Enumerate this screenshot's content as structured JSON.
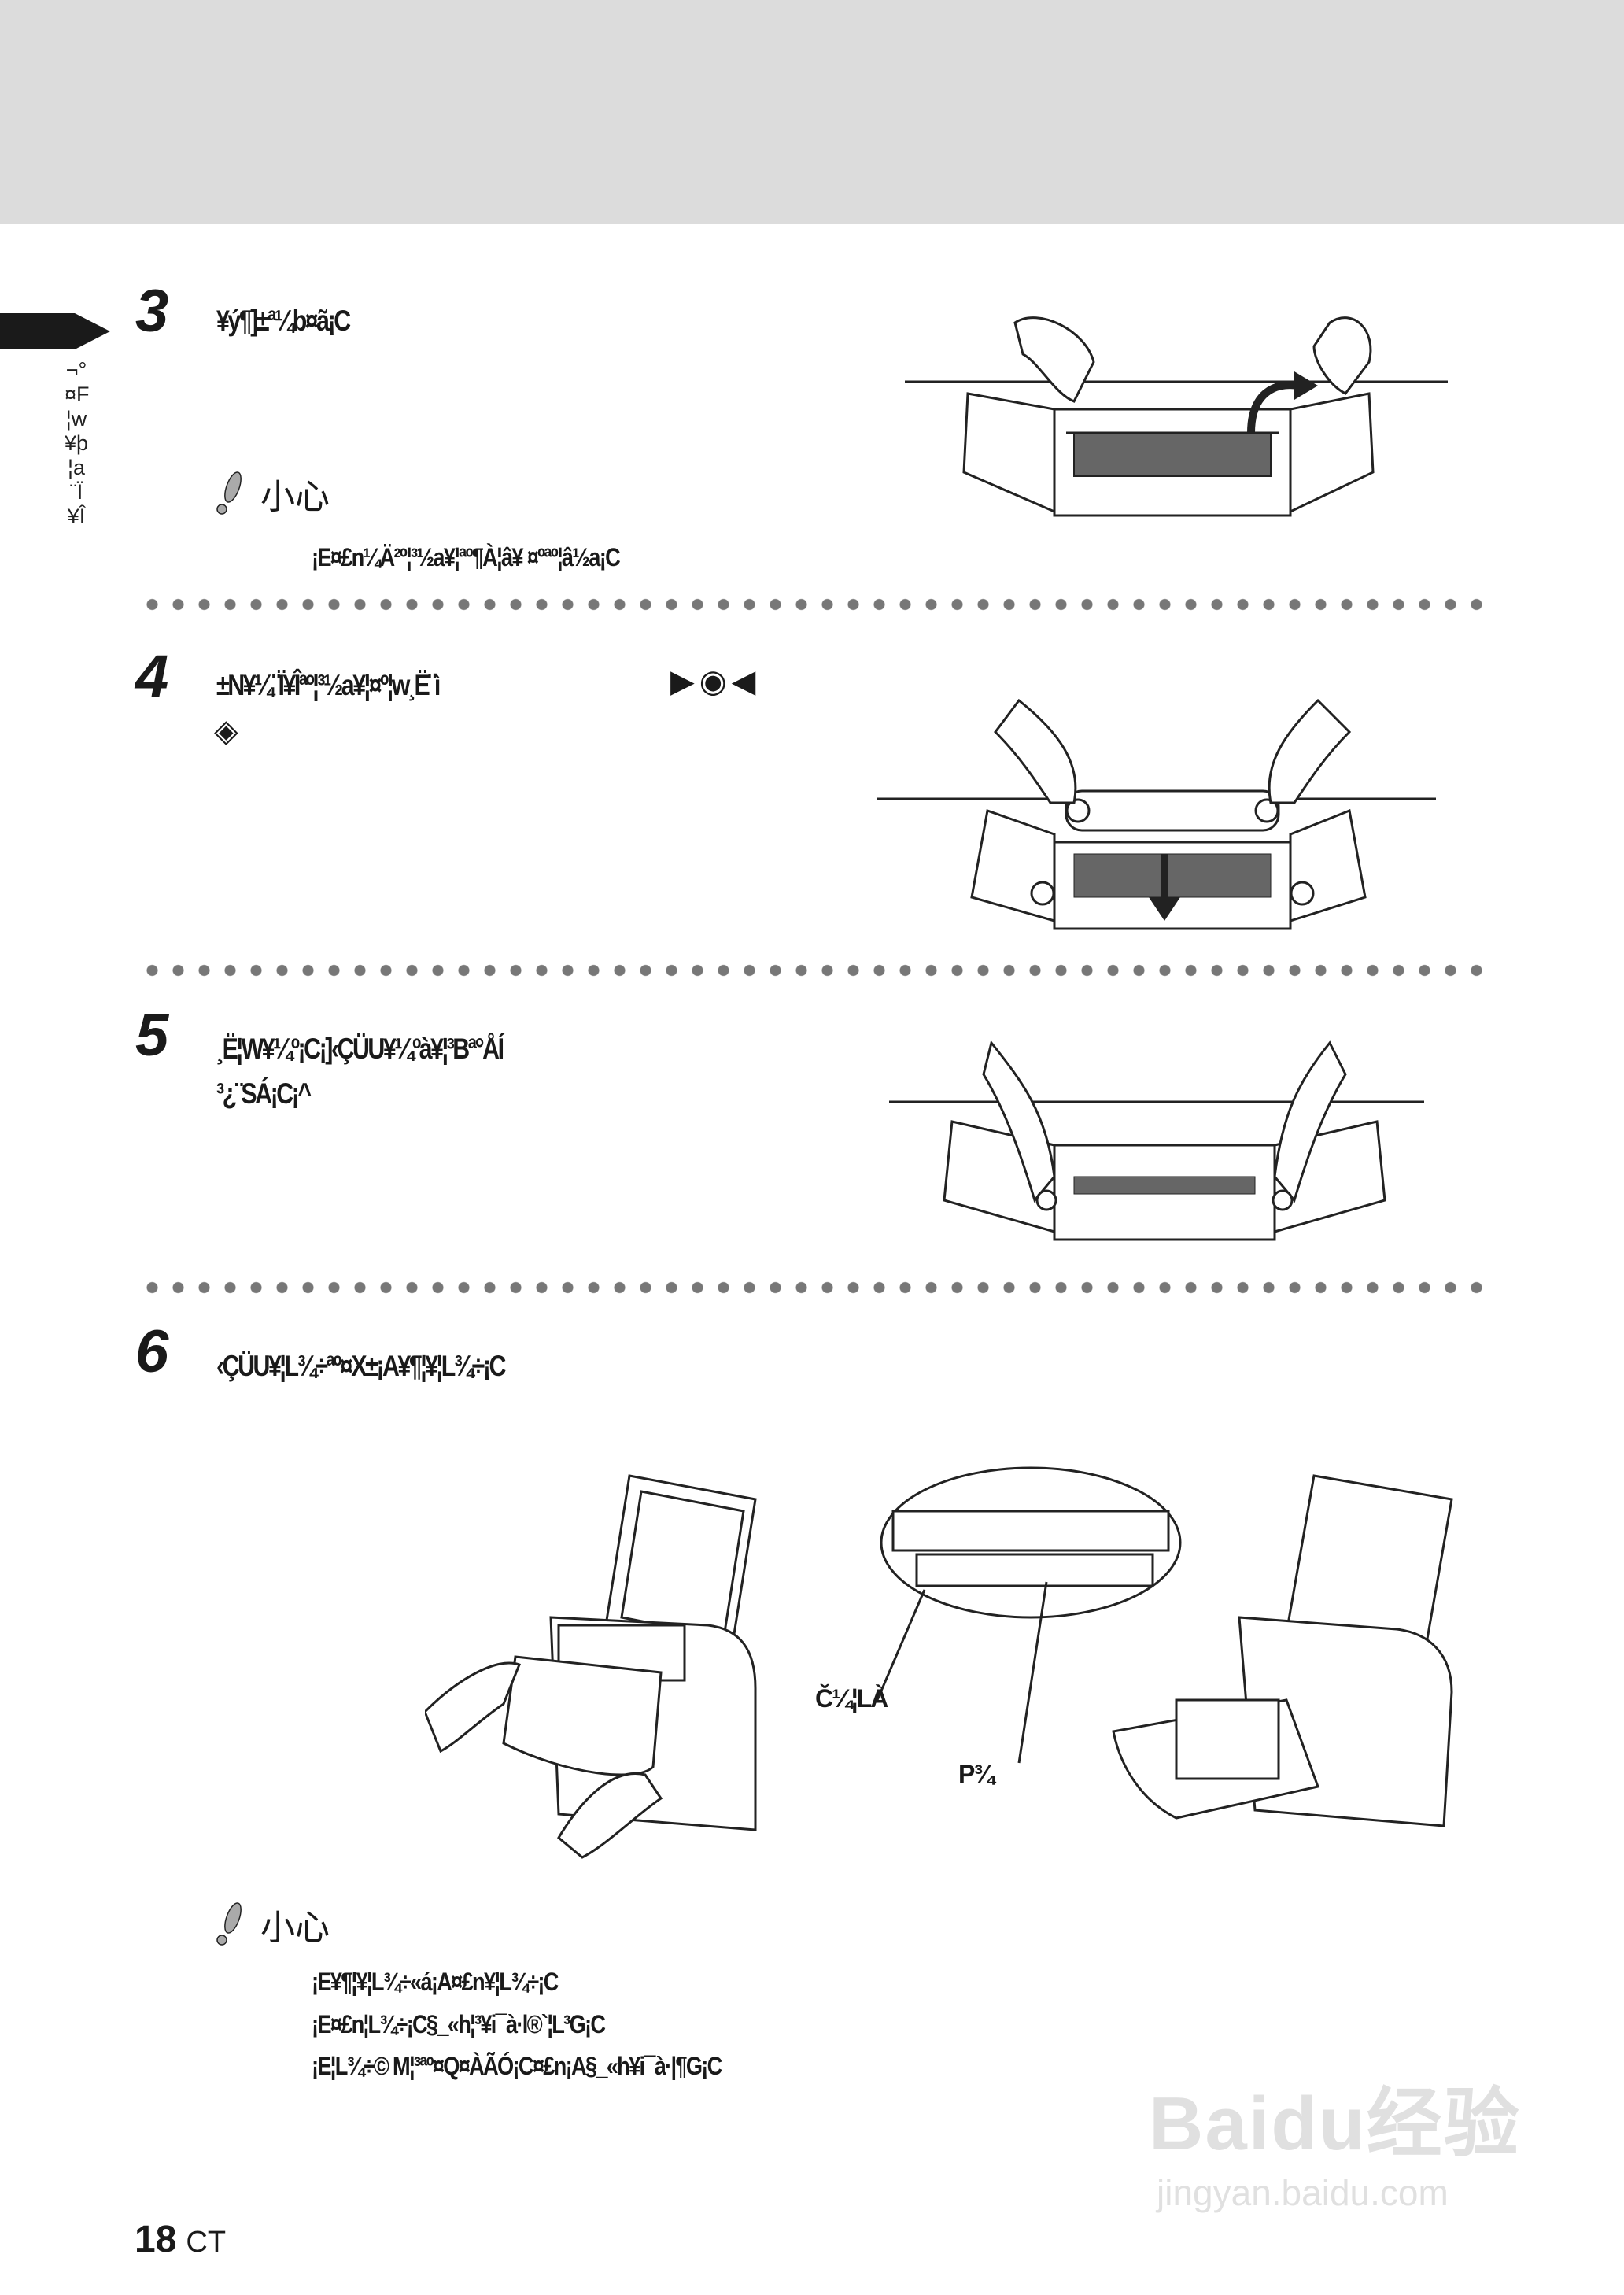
{
  "sidebar": {
    "section_label": "¬°¤F¦w¥þ¦a¨Ï¥Î"
  },
  "steps": [
    {
      "number": "3",
      "title": "¥ý¶]±ª¼b¤ã¡C"
    },
    {
      "number": "4",
      "title": "±N¥¼¨Ï¥Îªº¦³½a¥¦¤º¦w¸Ë¨ì",
      "symbol_inline": "▶◉◀",
      "symbol_line2": "◈"
    },
    {
      "number": "5",
      "title_lines": [
        "¸Ë¦W¥¼º¡C¡]‹ÇÜU¥¼ºà¥¦³Bª°ÅÍ",
        "³¿¨SÁ¡C¡^"
      ]
    },
    {
      "number": "6",
      "title": "‹ÇÜU¥¦L¾÷ªº¤X±¡A¥¶¦¥¦L¾÷¡C"
    }
  ],
  "caution_1": {
    "heading": "小心",
    "lines": [
      "¡E¤£­n¼Ä²º¦³½a¥¦ªº¶À¦â¥ ¤ºªº¦â½a¡C"
    ]
  },
  "caution_2": {
    "heading": "小心",
    "lines": [
      "¡E¥¶¦¥¦L¾÷«á¡A¤£­n¥¦L¾÷¡C",
      "¡E¤£­n¦L¾÷¡C§_«h¦³¥i¯à·l®`¦L³G¡C",
      "¡E¦L¾÷© M¦³ªº¤Q¤ÀÃÓ¡C¤£­n¡A§_«h¥i¯à·|¶G¡C"
    ]
  },
  "figure_labels": {
    "print_head": "Č¼¦LÀ",
    "cover": "P¾"
  },
  "footer": {
    "page_number": "18",
    "lang": "CT"
  },
  "watermark": {
    "brand": "Baidu经验",
    "url": "jingyan.baidu.com"
  },
  "colors": {
    "header_band": "#dcdcdc",
    "dots": "#777777",
    "caution_icon": "#aaaaaa"
  }
}
